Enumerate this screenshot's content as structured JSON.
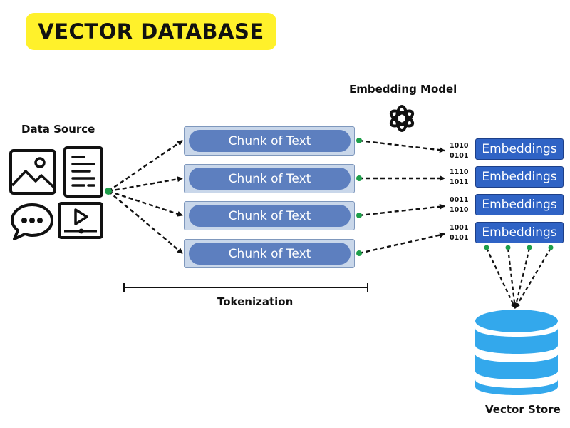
{
  "title": "VECTOR DATABASE",
  "data_source": {
    "label": "Data Source",
    "icons": [
      "image-icon",
      "document-icon",
      "chat-icon",
      "video-icon"
    ]
  },
  "chunks": [
    "Chunk of Text",
    "Chunk of Text",
    "Chunk of Text",
    "Chunk of Text"
  ],
  "tokenization_label": "Tokenization",
  "embedding_model": {
    "label": "Embedding Model",
    "icon": "openai-logo-icon"
  },
  "embeddings": [
    {
      "label": "Embeddings",
      "bits_top": "1010",
      "bits_bottom": "0101"
    },
    {
      "label": "Embeddings",
      "bits_top": "1110",
      "bits_bottom": "1011"
    },
    {
      "label": "Embeddings",
      "bits_top": "0011",
      "bits_bottom": "1010"
    },
    {
      "label": "Embeddings",
      "bits_top": "1001",
      "bits_bottom": "0101"
    }
  ],
  "vector_store": {
    "label": "Vector Store",
    "icon": "database-icon"
  },
  "colors": {
    "title_bg": "#fff12b",
    "chunk_outer": "#c9d7ea",
    "chunk_inner": "#5d7fbf",
    "embedding_box": "#2f63c5",
    "connector_dot": "#1e9e4a",
    "database": "#33a8ec"
  }
}
